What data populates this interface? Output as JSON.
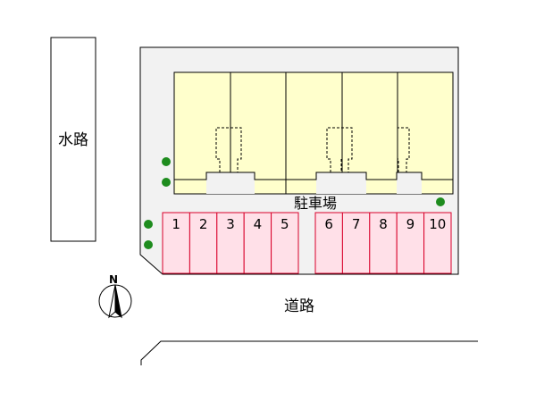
{
  "labels": {
    "canal": "水路",
    "parking": "駐車場",
    "road": "道路",
    "north": "N"
  },
  "parking_spaces": [
    "1",
    "2",
    "3",
    "4",
    "5",
    "6",
    "7",
    "8",
    "9",
    "10"
  ],
  "colors": {
    "lot_fill": "#f2f2f2",
    "building_fill": "#ffffcc",
    "parking_fill": "#ffe0e8",
    "parking_stroke": "#d9002a",
    "tree": "#1e8c1e",
    "line": "#000000"
  }
}
